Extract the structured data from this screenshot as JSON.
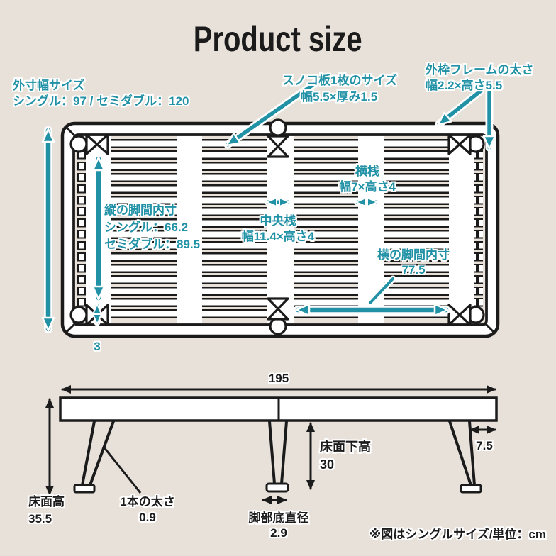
{
  "title": "Product size",
  "unit_note": "※図はシングルサイズ/単位：cm",
  "colors": {
    "teal": "#2191a6",
    "ink": "#1b1b1b",
    "background": "#e8e1da"
  },
  "top_view": {
    "outer_width": {
      "line1": "外寸幅サイズ",
      "line2": "シングル：97 / セミダブル：120"
    },
    "slat_board": {
      "line1": "スノコ板1枚のサイズ",
      "line2": "幅5.5×厚み1.5"
    },
    "outer_frame": {
      "line1": "外枠フレームの太さ",
      "line2": "幅2.2×高さ5.5"
    },
    "vertical_leg_span": {
      "line1": "縦の脚間内寸",
      "line2": "シングル：66.2",
      "line3": "セミダブル：89.5"
    },
    "center_rail": {
      "line1": "中央桟",
      "line2": "幅11.4×高さ4"
    },
    "cross_rail": {
      "line1": "横桟",
      "line2": "幅7×高さ4"
    },
    "horizontal_leg_span": {
      "line1": "横の脚間内寸",
      "line2": "77.5"
    },
    "leg_edge_offset": "3"
  },
  "side_view": {
    "total_length": "195",
    "floor_height": {
      "line1": "床面高",
      "line2": "35.5"
    },
    "leg_thickness": {
      "line1": "1本の太さ",
      "line2": "0.9"
    },
    "foot_bottom_diameter": {
      "line1": "脚部底直径",
      "line2": "2.9"
    },
    "under_bed_height": {
      "line1": "床面下高",
      "line2": "30"
    },
    "leg_inset": "7.5"
  }
}
